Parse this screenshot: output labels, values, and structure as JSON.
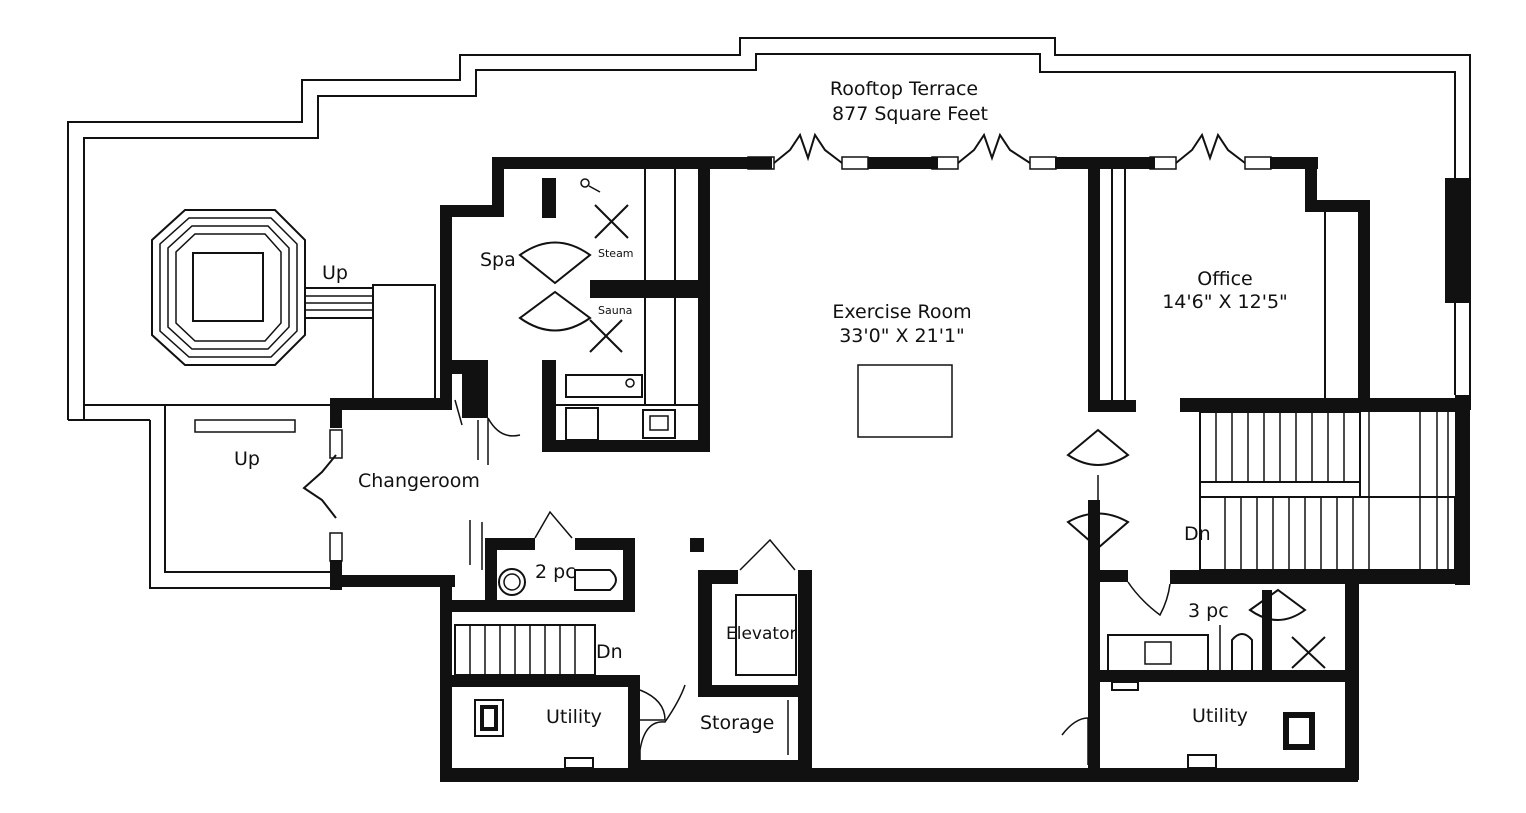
{
  "plan": {
    "terrace_title": "Rooftop Terrace",
    "terrace_area": "877 Square Feet",
    "exercise_name": "Exercise Room",
    "exercise_dims": "33'0\" X 21'1\"",
    "office_name": "Office",
    "office_dims": "14'6\" X 12'5\"",
    "spa": "Spa",
    "steam": "Steam",
    "sauna": "Sauna",
    "changeroom": "Changeroom",
    "two_pc": "2 pc",
    "three_pc": "3 pc",
    "elevator": "Elevator",
    "storage": "Storage",
    "utility_left": "Utility",
    "utility_right": "Utility",
    "up_upper": "Up",
    "up_lower": "Up",
    "dn_left": "Dn",
    "dn_right": "Dn"
  }
}
